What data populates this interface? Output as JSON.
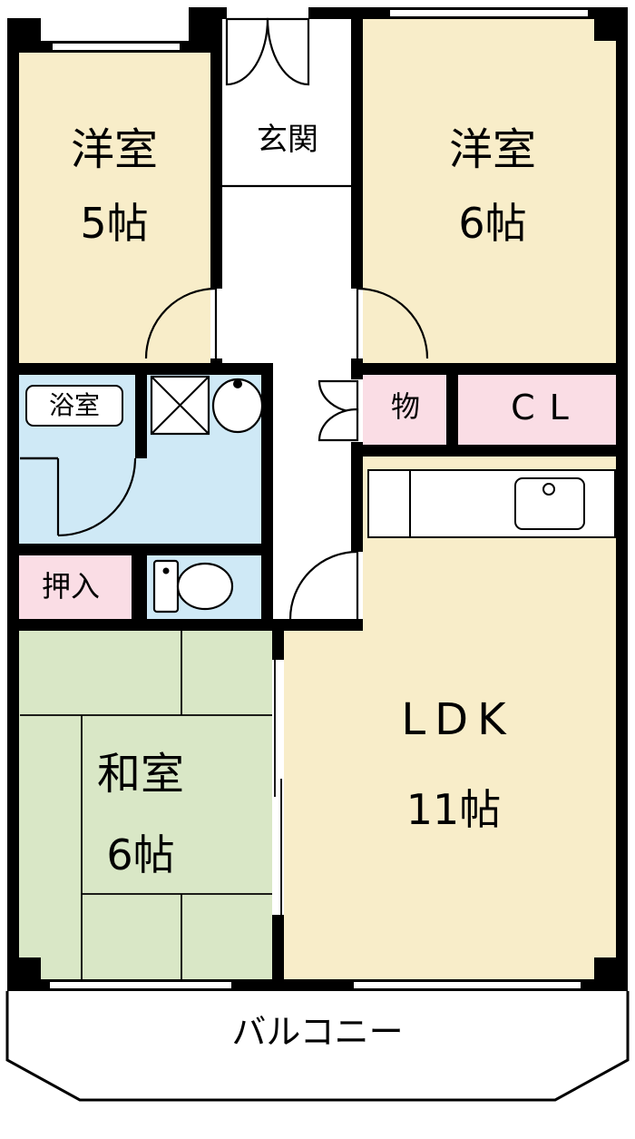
{
  "plan": {
    "rooms": {
      "western1": {
        "label": "洋室",
        "size": "5帖"
      },
      "western2": {
        "label": "洋室",
        "size": "6帖"
      },
      "entrance": {
        "label": "玄関"
      },
      "bath": {
        "label": "浴室"
      },
      "storage": {
        "label": "物"
      },
      "closet": {
        "label": "CL"
      },
      "oshiire": {
        "label": "押入"
      },
      "washitsu": {
        "label": "和室",
        "size": "6帖"
      },
      "ldk": {
        "label": "LDK",
        "size": "11帖"
      },
      "balcony": {
        "label": "バルコニー"
      }
    },
    "colors": {
      "wall": "#000000",
      "western_room": "#f8edc9",
      "wet_area": "#cfe9f6",
      "closet": "#fadde5",
      "tatami": "#d9e7c6",
      "floor": "#ffffff"
    }
  }
}
